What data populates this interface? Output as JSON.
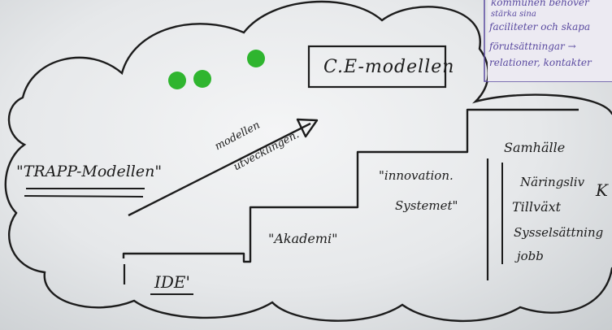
{
  "whiteboard": {
    "ink_color": "#1c1c1c",
    "dot_color": "#2fb52f",
    "dots": [
      {
        "name": "green-dot"
      },
      {
        "name": "green-dot"
      },
      {
        "name": "green-dot"
      }
    ],
    "labels": {
      "trapp_model": "\"TRAPP-Modellen\"",
      "ce_model": "C.E-modellen",
      "arrow_top": "modellen",
      "arrow_bottom": "utvecklingen.",
      "step_ide": "IDE'",
      "step_akademi": "\"Akademi\"",
      "step_innovation_1": "\"innovation.",
      "step_innovation_2": "Systemet\"",
      "step_samhalle": "Samhälle",
      "samhalle_items": [
        "Näringsliv",
        "Tillväxt",
        "Sysselsättning",
        "jobb"
      ],
      "edge_letter": "K"
    },
    "note": {
      "lines": [
        "kommunen behöver",
        "stärka sina",
        "faciliteter och skapa",
        "förutsättningar →",
        "relationer, kontakter"
      ],
      "ink_color": "#5a4aa0"
    }
  }
}
